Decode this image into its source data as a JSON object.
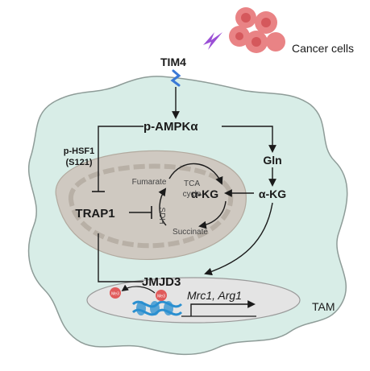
{
  "labels": {
    "cancer_cells": "Cancer cells",
    "tim4": "TIM4",
    "p_ampk": "p-AMPKα",
    "p_hsf1_line1": "p-HSF1",
    "p_hsf1_line2": "(S121)",
    "gln": "Gln",
    "akg_right": "α-KG",
    "akg_center": "α-KG",
    "tca_line1": "TCA",
    "tca_line2": "cycle",
    "fumarate": "Fumarate",
    "succinate": "Succinate",
    "sdh": "SDH",
    "trap1": "TRAP1",
    "jmjd3": "JMJD3",
    "me3_left": "Me3",
    "me3_right": "Me3",
    "genes": "Mrc1, Arg1",
    "tam": "TAM"
  },
  "colors": {
    "cell_fill": "#d8ede7",
    "cell_stroke": "#8e9c98",
    "mito_fill": "#cfc9c1",
    "mito_inner": "#b8b0a6",
    "nucleus_fill": "#e4e4e4",
    "nucleus_stroke": "#9a9a9a",
    "cancer_fill": "#e98385",
    "cancer_dark": "#d5585c",
    "lightning": "#9b4fd6",
    "receptor": "#3a78d6",
    "dna": "#2a8fd0",
    "me3_fill": "#e05b5b",
    "arrow": "#1a1a1a"
  },
  "icons": [
    "lightning-icon",
    "cancer-cell-cluster-icon",
    "receptor-icon",
    "dna-icon",
    "mitochondrion-icon",
    "nucleus-icon"
  ]
}
